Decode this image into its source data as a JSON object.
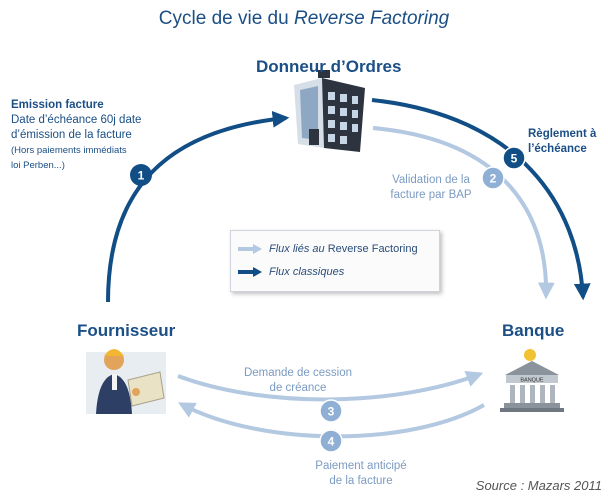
{
  "title": {
    "prefix": "Cycle de vie du ",
    "emphasis": "Reverse Factoring"
  },
  "actors": {
    "donneur": "Donneur d’Ordres",
    "fournisseur": "Fournisseur",
    "banque": "Banque",
    "banque_sign": "BANQUE"
  },
  "steps": {
    "s1": {
      "number": "1",
      "title": "Emission facture",
      "line1": "Date d’échéance 60j date",
      "line2": "d’émission de la facture",
      "line3": "(Hors paiements immédiats",
      "line4": "loi Perben...)"
    },
    "s2": {
      "number": "2",
      "line1": "Validation de la",
      "line2": "facture par BAP"
    },
    "s3": {
      "number": "3",
      "line1": "Demande de cession",
      "line2": "de créance"
    },
    "s4": {
      "number": "4",
      "line1": "Paiement anticipé",
      "line2": "de la facture"
    },
    "s5": {
      "number": "5",
      "line1": "Règlement à",
      "line2": "l’échéance"
    }
  },
  "legend": {
    "reverse_italic": "Flux liés au ",
    "reverse_plain": "Reverse Factoring",
    "classic": "Flux classiques"
  },
  "source": "Source : Mazars 2011",
  "colors": {
    "dark_flow": "#114e86",
    "light_flow": "#b3c8e1",
    "text_dark": "#1b4f86",
    "text_light": "#7b9bc2"
  }
}
